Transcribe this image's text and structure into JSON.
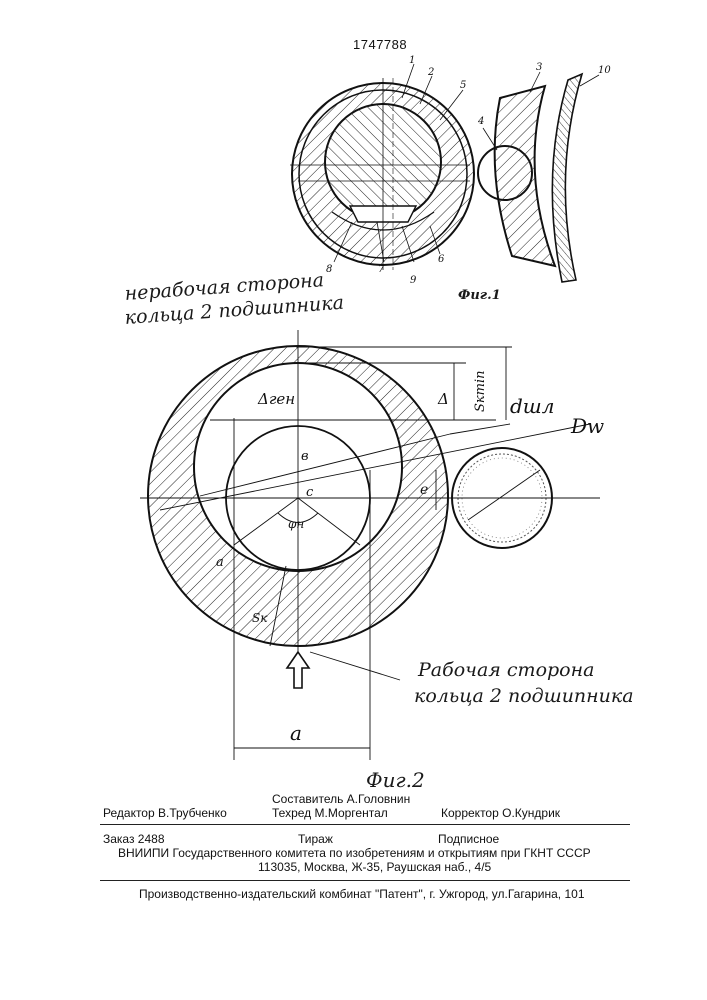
{
  "patent_number": "1747788",
  "fig1": {
    "caption": "Фиг.1",
    "callouts": [
      "1",
      "2",
      "5",
      "3",
      "10",
      "4",
      "8",
      "7",
      "9",
      "6"
    ]
  },
  "fig2": {
    "caption": "Фиг.2",
    "nonworking_side_line1": "нерабочая сторона",
    "nonworking_side_line2": "кольца 2 подшипника",
    "working_side_line1": "Рабочая сторона",
    "working_side_line2": "кольца 2 подшипника",
    "labels": {
      "delta_gen": "Δген",
      "delta": "Δ",
      "s_min": "Sкmin",
      "d_shl": "dшл",
      "dw": "Dw",
      "b": "в",
      "c": "с",
      "e": "е",
      "phi": "φн",
      "a_point": "a",
      "sk": "Sк",
      "a_dim": "a"
    }
  },
  "footer": {
    "editor": "Редактор В.Трубченко",
    "compiler": "Составитель А.Головнин",
    "techred": "Техред М.Моргентал",
    "corrector": "Корректор О.Кундрик",
    "order": "Заказ 2488",
    "print_run": "Тираж",
    "subscription": "Подписное",
    "vniipi": "ВНИИПИ Государственного комитета по изобретениям и открытиям при ГКНТ СССР",
    "address": "113035, Москва, Ж-35, Раушская наб., 4/5",
    "publisher": "Производственно-издательский комбинат \"Патент\", г. Ужгород, ул.Гагарина, 101"
  }
}
